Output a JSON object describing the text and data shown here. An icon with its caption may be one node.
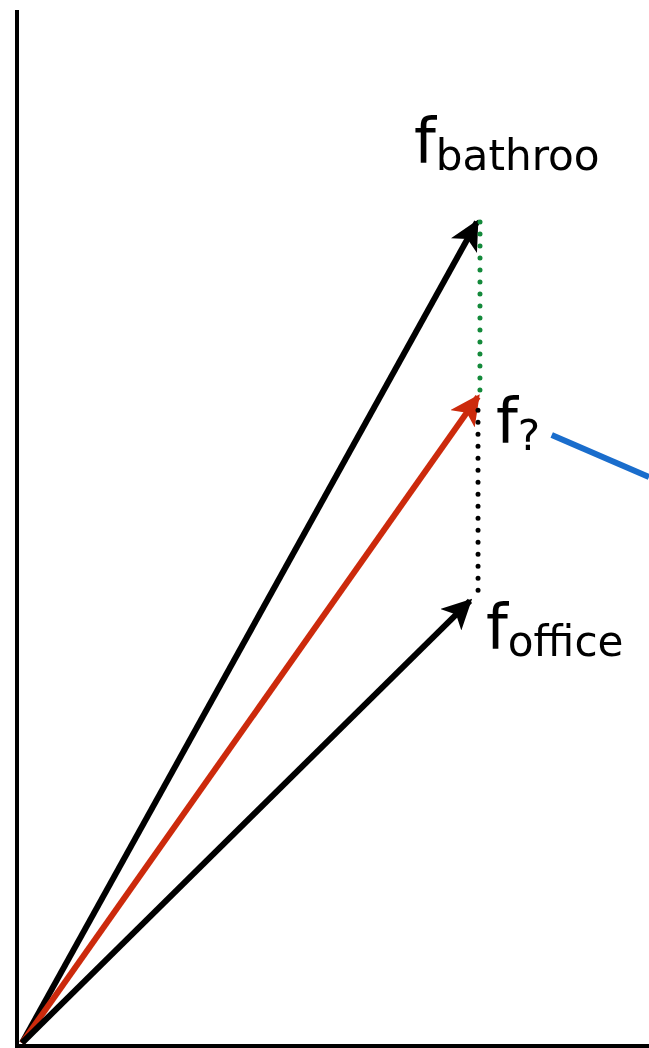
{
  "diagram": {
    "nodes": [
      {
        "text": [
          "f$_{bathroo}$"
        ]
      },
      {
        "text": [
          "f$_{?}$"
        ]
      },
      {
        "text": [
          "f$_{office}$"
        ]
      }
    ],
    "edges": [
      {
        "from": null,
        "to": 0,
        "arrow": "to"
      },
      {
        "from": null,
        "to": 1,
        "arrow": "to",
        "color": "#cc2a0c"
      },
      {
        "from": null,
        "to": 2,
        "arrow": "to"
      },
      {
        "from": 0,
        "to": 1,
        "arrow": "none",
        "style": "dashed",
        "color": "#13893a"
      },
      {
        "from": 1,
        "to": 2,
        "arrow": "none",
        "style": "dashed"
      },
      {
        "from": 1,
        "to": null,
        "arrow": "none",
        "color": "#1a6dcc"
      }
    ]
  }
}
